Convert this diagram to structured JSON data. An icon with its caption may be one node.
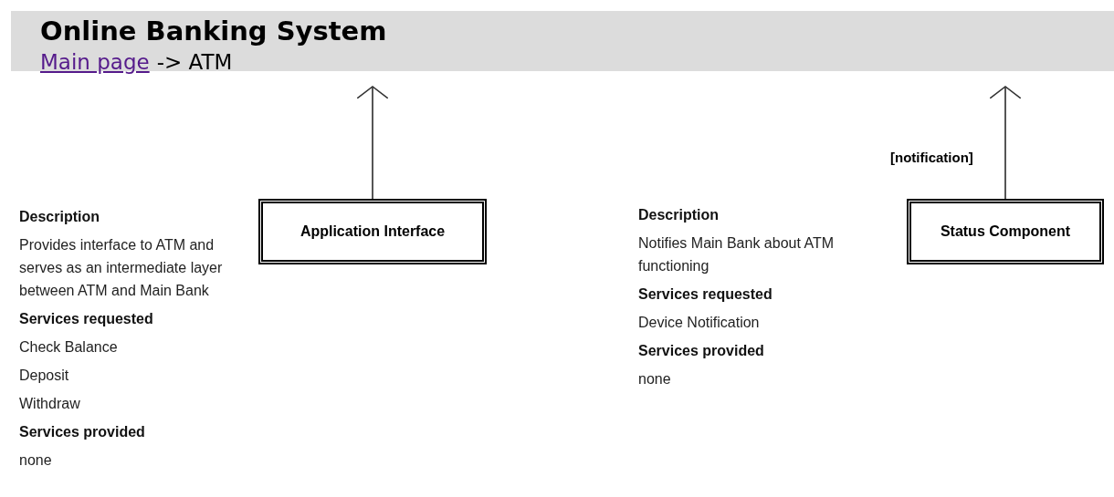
{
  "diagram": {
    "title": "Online Banking System",
    "nodes": [
      {
        "text": [
          "Application Interface"
        ]
      },
      {
        "text": [
          "Status Component"
        ]
      }
    ],
    "edges": [
      {
        "from": 0,
        "to": null,
        "arrow": "to"
      },
      {
        "from": 1,
        "to": null,
        "arrow": "to",
        "label": "[notification]"
      }
    ],
    "labels": [
      "Main page",
      "-> ATM",
      "Description",
      "Provides interface to ATM and serves as an intermediate layer between ATM and Main Bank",
      "Services requested",
      "Check Balance",
      "Deposit",
      "Withdraw",
      "Services provided",
      "none",
      "Description",
      "Notifies Main Bank about ATM functioning",
      "Services requested",
      "Device Notification",
      "Services provided",
      "none"
    ]
  }
}
